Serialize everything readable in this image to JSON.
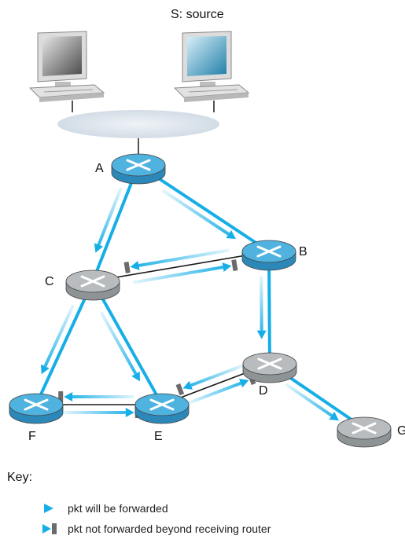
{
  "colors": {
    "forward": "#16aee6",
    "forward_light": "#a6e0f5",
    "link": "#1a1a1a",
    "blocked": "#6b6b6b",
    "router_blue": "#4fb2df",
    "router_gray": "#b8bcbf",
    "lan": "#d3dde6"
  },
  "source_label": "S: source",
  "routers": {
    "A": {
      "label": "A",
      "style": "blue"
    },
    "B": {
      "label": "B",
      "style": "blue"
    },
    "C": {
      "label": "C",
      "style": "gray"
    },
    "D": {
      "label": "D",
      "style": "gray"
    },
    "E": {
      "label": "E",
      "style": "blue"
    },
    "F": {
      "label": "F",
      "style": "blue"
    },
    "G": {
      "label": "G",
      "style": "gray"
    }
  },
  "links": [
    {
      "from": "A",
      "to": "C",
      "type": "forwarded"
    },
    {
      "from": "A",
      "to": "B",
      "type": "forwarded"
    },
    {
      "from": "B",
      "to": "C",
      "type": "not-forwarded"
    },
    {
      "from": "B",
      "to": "D",
      "type": "forwarded"
    },
    {
      "from": "C",
      "to": "F",
      "type": "forwarded"
    },
    {
      "from": "C",
      "to": "E",
      "type": "forwarded"
    },
    {
      "from": "F",
      "to": "E",
      "type": "not-forwarded"
    },
    {
      "from": "E",
      "to": "D",
      "type": "not-forwarded"
    },
    {
      "from": "D",
      "to": "G",
      "type": "forwarded"
    }
  ],
  "key": {
    "title": "Key:",
    "forwarded": "pkt will be forwarded",
    "not_forwarded": "pkt not forwarded beyond receiving router"
  }
}
